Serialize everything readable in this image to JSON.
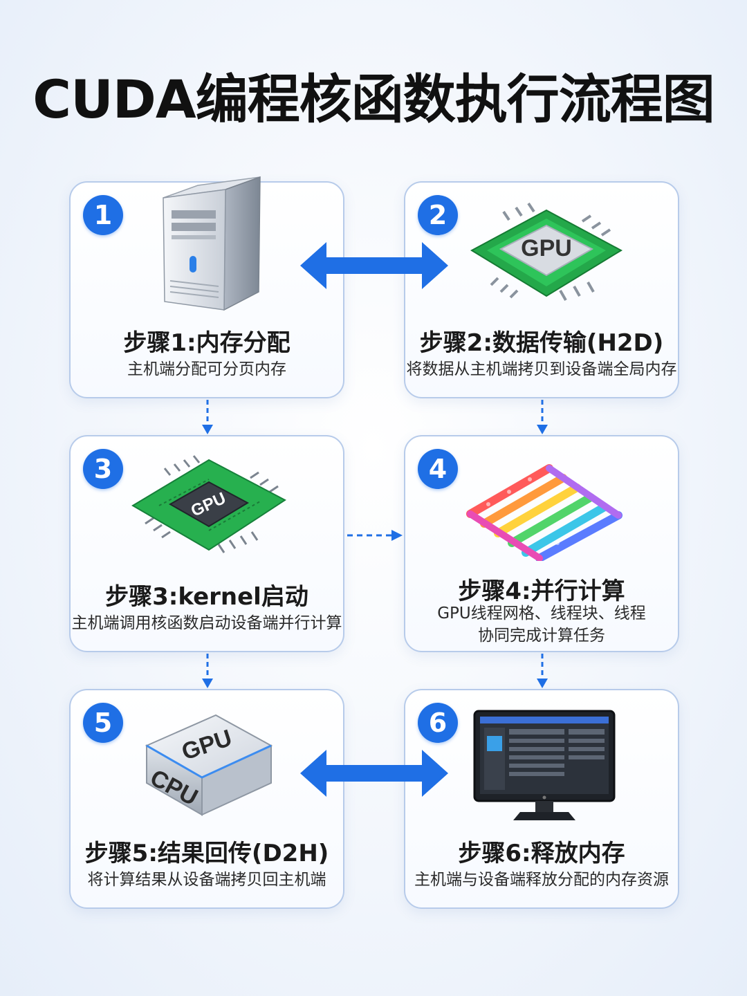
{
  "title": "CUDA编程核函数执行流程图",
  "colors": {
    "accent": "#1f6fe5",
    "card_border": "#b7cbea",
    "chip_green": "#23b14d"
  },
  "steps": [
    {
      "number": "1",
      "title": "步骤1:内存分配",
      "desc": "主机端分配可分页内存",
      "icon": "server-tower-icon"
    },
    {
      "number": "2",
      "title": "步骤2:数据传输(H2D)",
      "desc": "将数据从主机端拷贝到设备端全局内存",
      "icon": "gpu-chip-icon",
      "icon_label": "GPU"
    },
    {
      "number": "3",
      "title": "步骤3:kernel启动",
      "desc": "主机端调用核函数启动设备端并行计算",
      "icon": "gpu-board-icon",
      "icon_label": "GPU"
    },
    {
      "number": "4",
      "title": "步骤4:并行计算",
      "desc_lines": [
        "GPU线程网格、线程块、线程",
        "协同完成计算任务"
      ],
      "icon": "thread-grid-icon"
    },
    {
      "number": "5",
      "title": "步骤5:结果回传(D2H)",
      "desc": "将计算结果从设备端拷贝回主机端",
      "icon": "gpu-cpu-block-icon",
      "icon_labels": [
        "GPU",
        "CPU"
      ]
    },
    {
      "number": "6",
      "title": "步骤6:释放内存",
      "desc": "主机端与设备端释放分配的内存资源",
      "icon": "monitor-icon"
    }
  ]
}
